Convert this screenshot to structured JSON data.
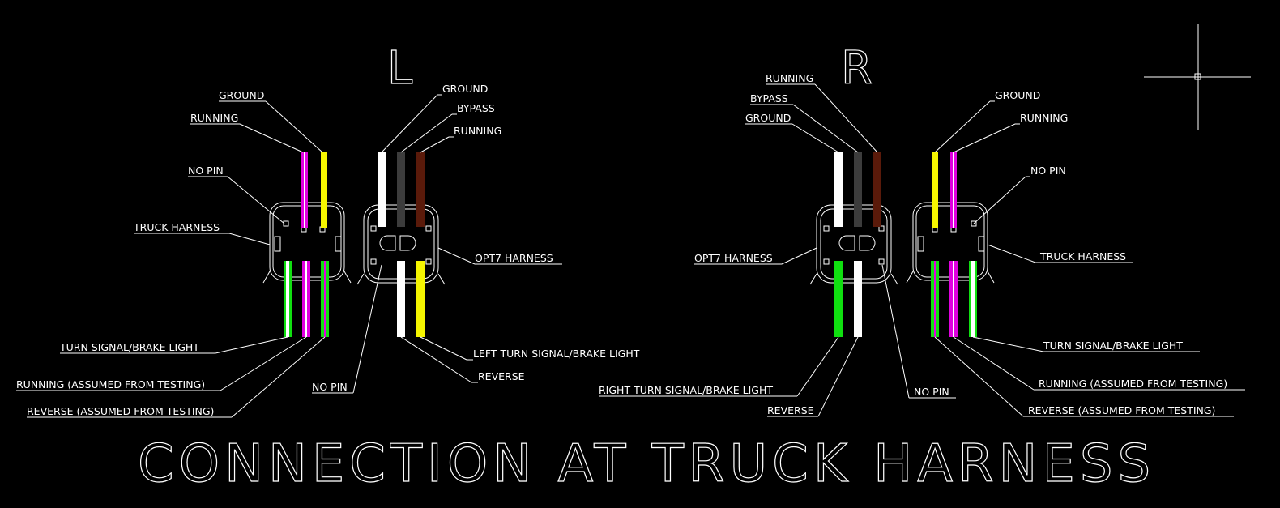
{
  "title": "CONNECTION AT TRUCK HARNESS",
  "colors": {
    "background": "#000000",
    "line": "#ffffff",
    "white_wire": "#ffffff",
    "gray_wire": "#3c3c3c",
    "brown_wire": "#5a1a0a",
    "yellow_wire": "#f5f500",
    "magenta_wire": "#e000e0",
    "green_wire": "#10e010"
  },
  "left": {
    "side_label": "L",
    "truck_harness_label": "TRUCK HARNESS",
    "opt7_harness_label": "OPT7 HARNESS",
    "labels": {
      "ground_top_a": "GROUND",
      "running_top_a": "RUNNING",
      "no_pin_top": "NO PIN",
      "ground_top_b": "GROUND",
      "bypass_top": "BYPASS",
      "running_top_b": "RUNNING",
      "turn_signal": "TURN SIGNAL/BRAKE LIGHT",
      "running_assumed": "RUNNING (ASSUMED FROM TESTING)",
      "reverse_assumed": "REVERSE (ASSUMED FROM TESTING)",
      "no_pin_bottom": "NO PIN",
      "reverse": "REVERSE",
      "left_turn_signal": "LEFT TURN SIGNAL/BRAKE LIGHT"
    }
  },
  "right": {
    "side_label": "R",
    "truck_harness_label": "TRUCK HARNESS",
    "opt7_harness_label": "OPT7 HARNESS",
    "labels": {
      "running_top_a": "RUNNING",
      "bypass_top": "BYPASS",
      "ground_top_a": "GROUND",
      "ground_top_b": "GROUND",
      "running_top_b": "RUNNING",
      "no_pin_top": "NO PIN",
      "turn_signal": "TURN SIGNAL/BRAKE LIGHT",
      "running_assumed": "RUNNING (ASSUMED FROM TESTING)",
      "reverse_assumed": "REVERSE (ASSUMED FROM TESTING)",
      "right_turn_signal": "RIGHT TURN SIGNAL/BRAKE LIGHT",
      "reverse": "REVERSE",
      "no_pin_bottom": "NO PIN"
    }
  }
}
